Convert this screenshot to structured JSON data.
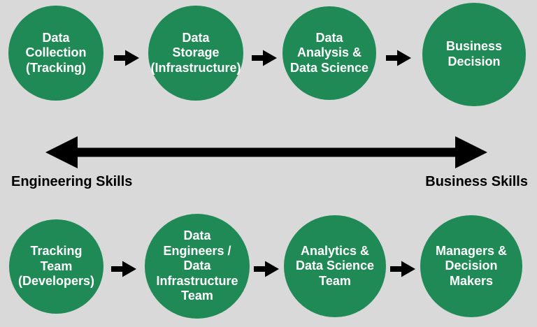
{
  "colors": {
    "bg": "#d9d9d9",
    "node_green": "#1f8a55",
    "node_text": "#ffffff",
    "arrow_black": "#000000"
  },
  "icons": {
    "flow_arrow": "arrow-right",
    "spectrum_arrow": "double-headed-arrow"
  },
  "top_row": {
    "nodes": [
      {
        "label": "Data Collection (Tracking)",
        "lines": [
          "Data",
          "Collection",
          "(Tracking)"
        ]
      },
      {
        "label": "Data Storage (Infrastructure)",
        "lines": [
          "Data",
          "Storage",
          "(Infrastructure)"
        ]
      },
      {
        "label": "Data Analysis & Data Science",
        "lines": [
          "Data",
          "Analysis &",
          "Data Science"
        ]
      },
      {
        "label": "Business Decision",
        "lines": [
          "Business",
          "Decision"
        ]
      }
    ]
  },
  "axis": {
    "left_label": "Engineering Skills",
    "right_label": "Business Skills"
  },
  "bottom_row": {
    "nodes": [
      {
        "label": "Tracking Team (Developers)",
        "lines": [
          "Tracking",
          "Team",
          "(Developers)"
        ]
      },
      {
        "label": "Data Engineers / Data Infrastructure Team",
        "lines": [
          "Data",
          "Engineers /",
          "Data",
          "Infrastructure",
          "Team"
        ]
      },
      {
        "label": "Analytics & Data Science Team",
        "lines": [
          "Analytics &",
          "Data Science",
          "Team"
        ]
      },
      {
        "label": "Managers & Decision Makers",
        "lines": [
          "Managers &",
          "Decision",
          "Makers"
        ]
      }
    ]
  }
}
